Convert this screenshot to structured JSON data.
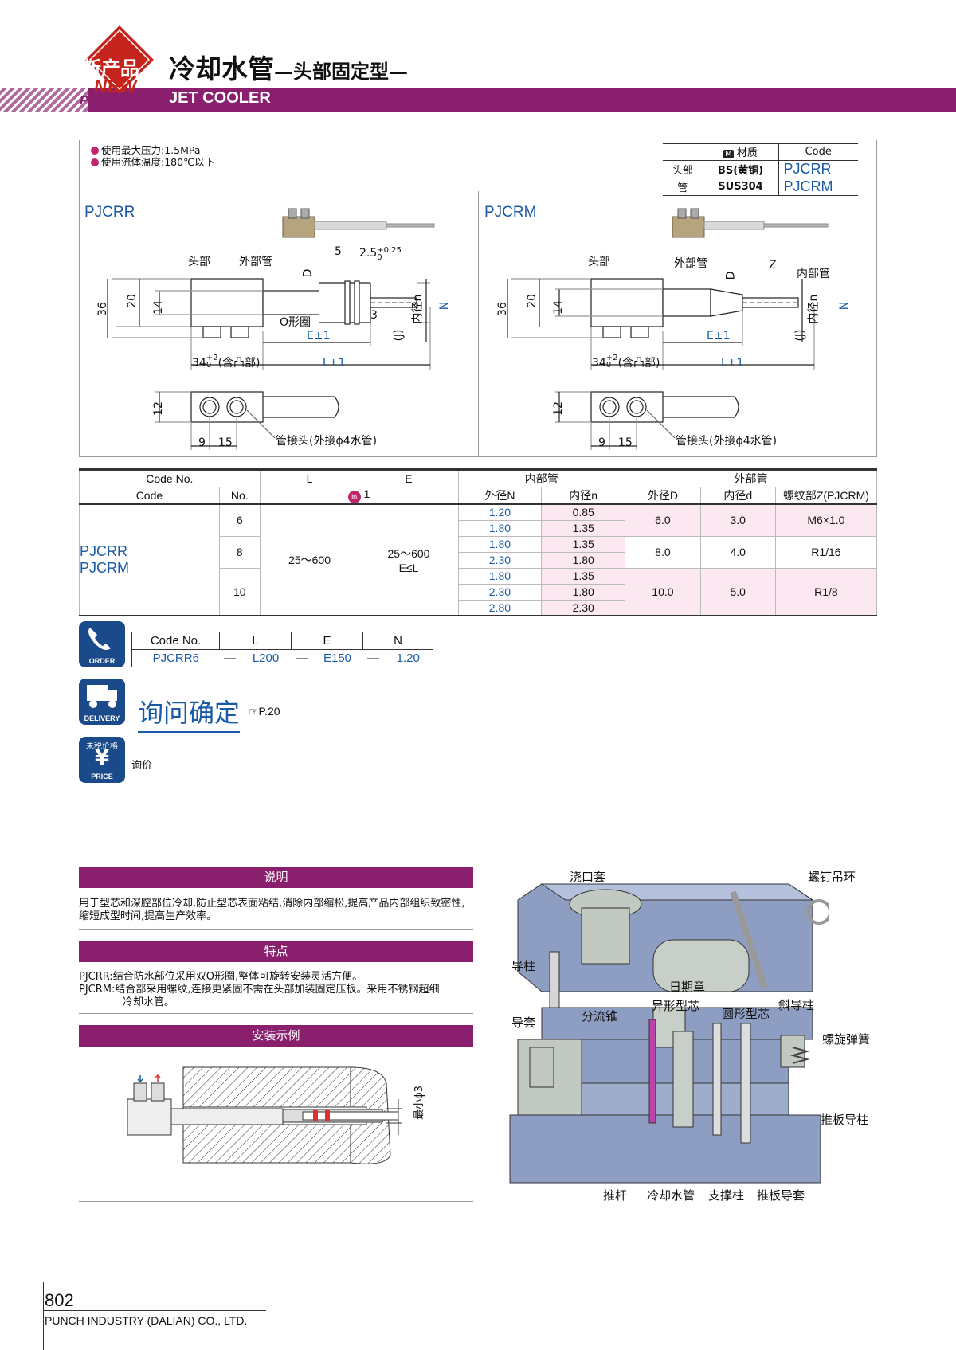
{
  "header": {
    "badge_text": "新产品",
    "badge_new_line1": "NEW",
    "badge_new_line2": "PRODUCT",
    "title": "冷却水管",
    "title_suffix": "—头部固定型—",
    "subtitle": "JET COOLER"
  },
  "specs": {
    "max_pressure": "使用最大压力:1.5MPa",
    "fluid_temp": "使用流体温度:180℃以下"
  },
  "material_table": {
    "col_material": "材质",
    "col_material_icon": "M",
    "col_code": "Code",
    "rows": [
      {
        "part": "头部",
        "material": "BS(黄铜)",
        "code": "PJCRR"
      },
      {
        "part": "管",
        "material": "SUS304",
        "code": "PJCRM"
      }
    ]
  },
  "drawings": {
    "left_name": "PJCRR",
    "right_name": "PJCRM",
    "labels": {
      "head": "头部",
      "outer_pipe": "外部管",
      "inner_pipe": "内部管",
      "oring": "O形圈",
      "inner_dia": "内径n",
      "fitting": "管接头(外接ϕ4水管)",
      "boss": "34+2(含凸部)",
      "boss_main": "34",
      "boss_tol_top": "+2",
      "boss_tol_bot": "0",
      "boss_note": "(含凸部)",
      "e": "E±1",
      "l": "L±1",
      "j": "(J)",
      "d": "D",
      "n": "N",
      "z": "Z",
      "dim36": "36",
      "dim20": "20",
      "dim14": "14",
      "dim12": "12",
      "dim9": "9",
      "dim15": "15",
      "dim5": "5",
      "dim25": "2.5",
      "dim25_tol_top": "+0.25",
      "dim25_tol_bot": "0",
      "dim3": "3"
    }
  },
  "main_table": {
    "h_codeno": "Code No.",
    "h_l": "L",
    "h_e": "E",
    "h_inner": "内部管",
    "h_outer": "外部管",
    "h_code": "Code",
    "h_no": "No.",
    "h_unit_icon": "in",
    "h_unit": "1",
    "h_outer_n": "外径N",
    "h_inner_n": "内径n",
    "h_outer_d": "外径D",
    "h_inner_d": "内径d",
    "h_thread": "螺纹部Z(PJCRM)",
    "code1": "PJCRR",
    "code2": "PJCRM",
    "l_range": "25～600",
    "e_range": "25～600",
    "e_cond": "E≤L",
    "groups": [
      {
        "no": "6",
        "D": "6.0",
        "d": "3.0",
        "Z": "M6×1.0",
        "rows": [
          {
            "N": "1.20",
            "n": "0.85"
          },
          {
            "N": "1.80",
            "n": "1.35"
          }
        ]
      },
      {
        "no": "8",
        "D": "8.0",
        "d": "4.0",
        "Z": "R1/16",
        "rows": [
          {
            "N": "1.80",
            "n": "1.35"
          },
          {
            "N": "2.30",
            "n": "1.80"
          }
        ]
      },
      {
        "no": "10",
        "D": "10.0",
        "d": "5.0",
        "Z": "R1/8",
        "rows": [
          {
            "N": "1.80",
            "n": "1.35"
          },
          {
            "N": "2.30",
            "n": "1.80"
          },
          {
            "N": "2.80",
            "n": "2.30"
          }
        ]
      }
    ]
  },
  "order": {
    "icon_caption": "ORDER",
    "headers": [
      "Code No.",
      "L",
      "E",
      "N"
    ],
    "values": [
      "PJCRR6",
      "—",
      "L200",
      "—",
      "E150",
      "—",
      "1.20"
    ]
  },
  "delivery": {
    "icon_caption": "DELIVERY",
    "text": "询问确定",
    "ref": "☞P.20"
  },
  "price": {
    "icon_top": "未税价格",
    "icon_symbol": "¥",
    "icon_caption": "PRICE",
    "text": "询价"
  },
  "sections": {
    "desc_title": "说明",
    "desc_text": "用于型芯和深腔部位冷却,防止型芯表面粘结,消除内部缩松,提高产品内部组织致密性,缩短成型时间,提高生产效率。",
    "feat_title": "特点",
    "feat_line1": "PJCRR:结合防水部位采用双O形圈,整体可旋转安装灵活方便。",
    "feat_line2": "PJCRM:结合部采用螺纹,连接更紧固不需在头部加装固定压板。采用不锈钢超细",
    "feat_line3": "冷却水管。",
    "install_title": "安装示例",
    "install_label": "最小ϕ3"
  },
  "mold_labels": {
    "sprue": "浇口套",
    "eyebolt": "螺钉吊环",
    "guide_pin": "导柱",
    "date_stamp": "日期章",
    "shaped_core": "异形型芯",
    "angle_pin": "斜导柱",
    "guide_bush": "导套",
    "spreader": "分流锥",
    "round_core": "圆形型芯",
    "spring": "螺旋弹簧",
    "ejector_guide": "推板导柱",
    "ejector_pin": "推杆",
    "cooling": "冷却水管",
    "support": "支撑柱",
    "ejector_bush": "推板导套"
  },
  "footer": {
    "page": "802",
    "company": "PUNCH INDUSTRY (DALIAN) CO., LTD."
  },
  "colors": {
    "brand": "#8a1f6e",
    "accent_blue": "#1a5aa6",
    "badge_red": "#c4241c",
    "pink": "#fbe8f0"
  }
}
